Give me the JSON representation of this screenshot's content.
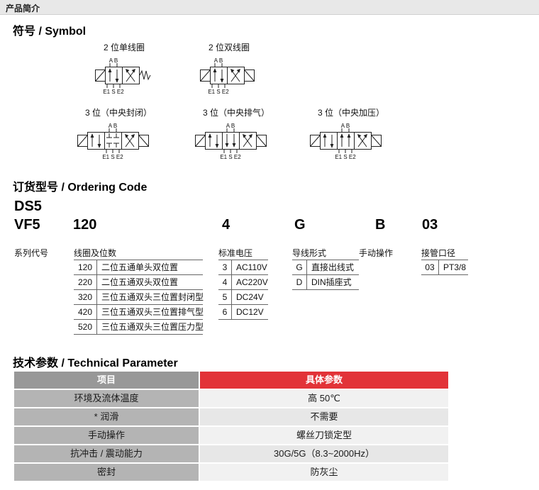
{
  "page": {
    "header": "产品简介"
  },
  "sections": {
    "symbol": {
      "title": "符号 / Symbol",
      "diagrams": [
        {
          "caption": "2 位单线圈",
          "top_ports": "A B",
          "bottom_ports": "E1 S E2"
        },
        {
          "caption": "2 位双线圈",
          "top_ports": "A B",
          "bottom_ports": "E1 S E2"
        },
        {
          "caption": "3 位（中央封闭）",
          "top_ports": "A B",
          "bottom_ports": "E1 S E2"
        },
        {
          "caption": "3 位（中央排气）",
          "top_ports": "A B",
          "bottom_ports": "E1 S E2"
        },
        {
          "caption": "3 位（中央加压）",
          "top_ports": "A B",
          "bottom_ports": "E1 S E2"
        }
      ]
    },
    "ordering": {
      "title": "订货型号 / Ordering Code",
      "series_codes": [
        "DS5",
        "VF5"
      ],
      "series_label": "系列代号",
      "code_parts": [
        "120",
        "4",
        "G",
        "B",
        "03"
      ],
      "groups": [
        {
          "label": "线圈及位数",
          "rows": [
            [
              "120",
              "二位五通单头双位置"
            ],
            [
              "220",
              "二位五通双头双位置"
            ],
            [
              "320",
              "三位五通双头三位置封闭型"
            ],
            [
              "420",
              "三位五通双头三位置排气型"
            ],
            [
              "520",
              "三位五通双头三位置压力型"
            ]
          ]
        },
        {
          "label": "标准电压",
          "rows": [
            [
              "3",
              "AC110V"
            ],
            [
              "4",
              "AC220V"
            ],
            [
              "5",
              "DC24V"
            ],
            [
              "6",
              "DC12V"
            ]
          ]
        },
        {
          "label": "导线形式",
          "rows": [
            [
              "G",
              "直接出线式"
            ],
            [
              "D",
              "DIN插座式"
            ]
          ]
        },
        {
          "label": "手动操作",
          "rows": []
        },
        {
          "label": "接管口径",
          "rows": [
            [
              "03",
              "PT3/8"
            ]
          ]
        }
      ]
    },
    "parameters": {
      "title": "技术参数 / Technical Parameter",
      "header": [
        "项目",
        "具体参数"
      ],
      "rows": [
        [
          "环境及流体温度",
          "高 50℃"
        ],
        [
          "* 润滑",
          "不需要"
        ],
        [
          "手动操作",
          "螺丝刀锁定型"
        ],
        [
          "抗冲击 / 震动能力",
          "30G/5G（8.3~2000Hz）"
        ],
        [
          "密封",
          "防灰尘"
        ]
      ]
    }
  },
  "colors": {
    "accent_red": "#e23338",
    "header_gray": "#989898"
  }
}
